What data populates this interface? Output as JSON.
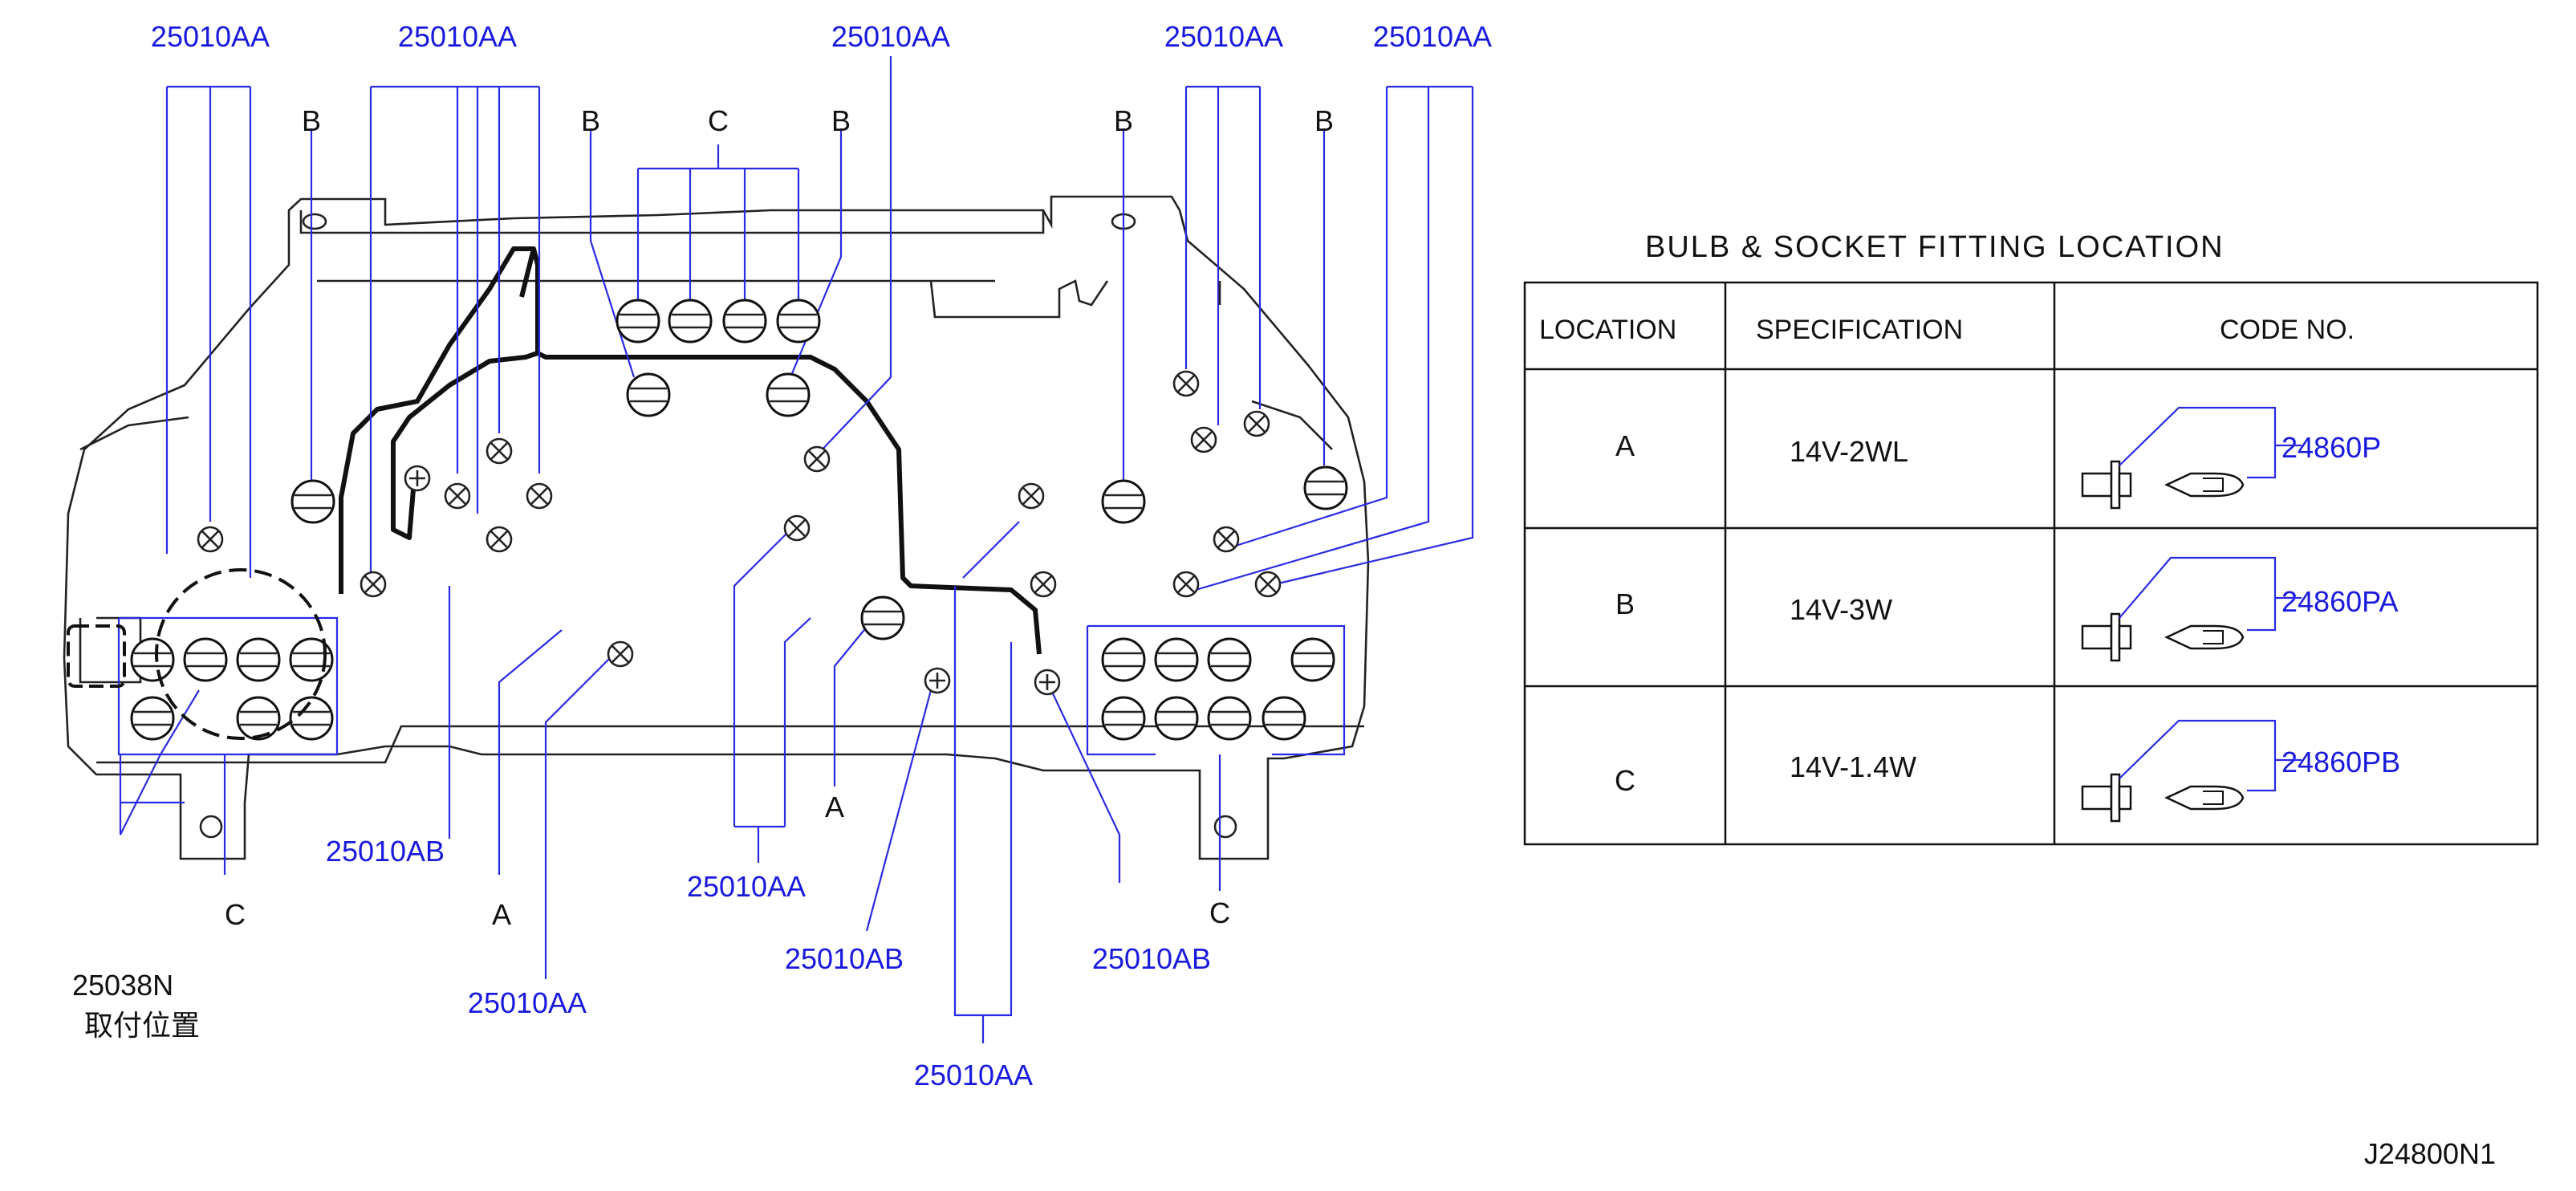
{
  "diagram_id": "J24800N1",
  "table": {
    "title": "BULB  &  SOCKET  FITTING  LOCATION",
    "headers": {
      "location": "LOCATION",
      "specification": "SPECIFICATION",
      "code": "CODE   NO."
    },
    "rows": [
      {
        "location": "A",
        "specification": "14V-2WL",
        "code": "24860P"
      },
      {
        "location": "B",
        "specification": "14V-3W",
        "code": "24860PA"
      },
      {
        "location": "C",
        "specification": "14V-1.4W",
        "code": "24860PB"
      }
    ]
  },
  "callouts": {
    "top_1": "25010AA",
    "top_2": "25010AA",
    "top_3": "25010AA",
    "top_4": "25010AA",
    "top_5": "25010AA",
    "bottom_25010AB_left": "25010AB",
    "bottom_25010AA_left": "25010AA",
    "bottom_25010AA_mid": "25010AA",
    "bottom_25010AB_mid": "25010AB",
    "bottom_25010AB_right": "25010AB",
    "bottom_25010AA_lowest": "25010AA",
    "part_25038N": "25038N",
    "part_25038N_note": "取付位置"
  },
  "location_letters": {
    "top_B1": "B",
    "top_B2": "B",
    "top_C": "C",
    "top_B3": "B",
    "top_B4": "B",
    "top_B5": "B",
    "bottom_C_left": "C",
    "bottom_A_left": "A",
    "bottom_A_mid": "A",
    "bottom_C_right": "C"
  },
  "colors": {
    "callout_blue": "#1a1adf",
    "outline_black": "#222222",
    "background": "#ffffff"
  }
}
